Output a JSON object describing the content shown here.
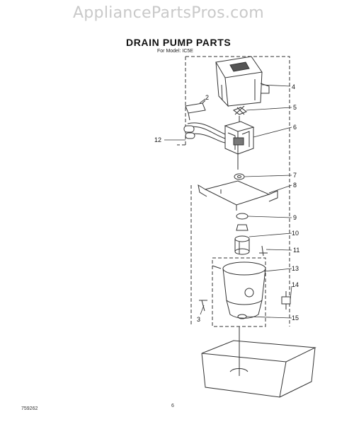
{
  "watermark": "AppliancePartsPros.com",
  "title": "DRAIN PUMP PARTS",
  "subtitle": "For Model: IC5E",
  "callouts": [
    "2",
    "3",
    "4",
    "5",
    "6",
    "7",
    "8",
    "9",
    "10",
    "11",
    "12",
    "13",
    "14",
    "15"
  ],
  "footer": {
    "code": "759262",
    "page": "6"
  },
  "colors": {
    "line": "#333333",
    "watermark": "#c9c9c9",
    "background": "#ffffff"
  }
}
